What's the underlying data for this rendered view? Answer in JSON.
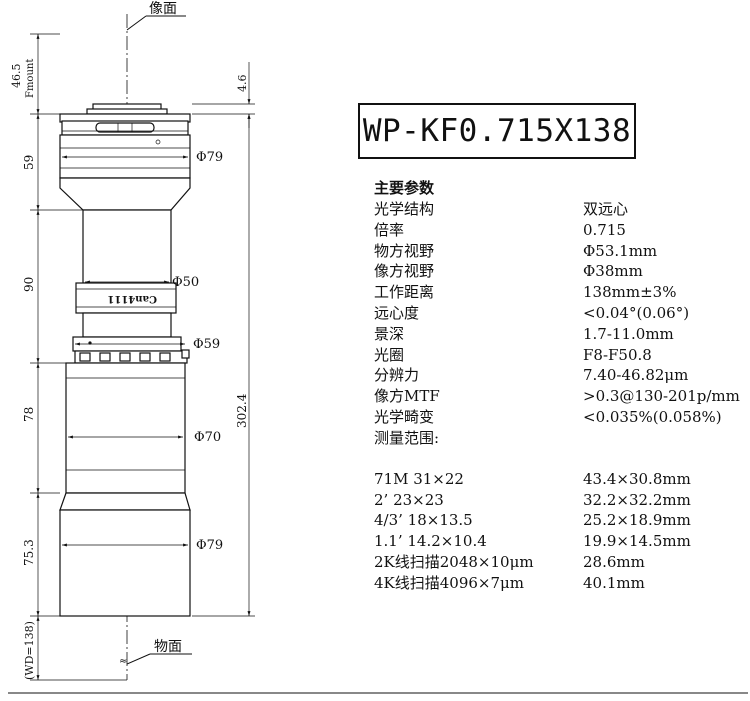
{
  "drawing": {
    "labels": {
      "image_plane": "像面",
      "object_plane": "物面",
      "fmount_height": "46.5",
      "fmount_text": "Fmount",
      "flange": "4.6",
      "seg1": "59",
      "seg2": "90",
      "seg3": "78",
      "seg4": "75.3",
      "wd": "(WD=138)",
      "total": "302.4",
      "d79_top": "Φ79",
      "d50": "Φ50",
      "d59": "Φ59",
      "d70": "Φ70",
      "d79_bottom": "Φ79",
      "ring_engraving": "Can4111"
    }
  },
  "model": "WP-KF0.715X138",
  "params": {
    "title": "主要参数",
    "rows": [
      {
        "k": "光学结构",
        "v": "双远心"
      },
      {
        "k": "倍率",
        "v": "0.715"
      },
      {
        "k": "物方视野",
        "v": "Φ53.1mm"
      },
      {
        "k": "像方视野",
        "v": "Φ38mm"
      },
      {
        "k": "工作距离",
        "v": "138mm±3%"
      },
      {
        "k": "远心度",
        "v": "<0.04°(0.06°)"
      },
      {
        "k": "景深",
        "v": "1.7-11.0mm"
      },
      {
        "k": "光圈",
        "v": "F8-F50.8"
      },
      {
        "k": "分辨力",
        "v": "7.40-46.82μm"
      },
      {
        "k": "像方MTF",
        "v": ">0.3@130-201p/mm"
      },
      {
        "k": "光学畸变",
        "v": "<0.035%(0.058%)"
      }
    ],
    "range_title": "测量范围:",
    "range": [
      {
        "k": "71M   31×22",
        "v": "43.4×30.8mm"
      },
      {
        "k": "2’    23×23",
        "v": "32.2×32.2mm"
      },
      {
        "k": "4/3’ 18×13.5",
        "v": "25.2×18.9mm"
      },
      {
        "k": "1.1’ 14.2×10.4",
        "v": "19.9×14.5mm"
      },
      {
        "k": "2K线扫描2048×10μm",
        "v": "28.6mm"
      },
      {
        "k": "4K线扫描4096×7μm",
        "v": "40.1mm"
      }
    ]
  }
}
